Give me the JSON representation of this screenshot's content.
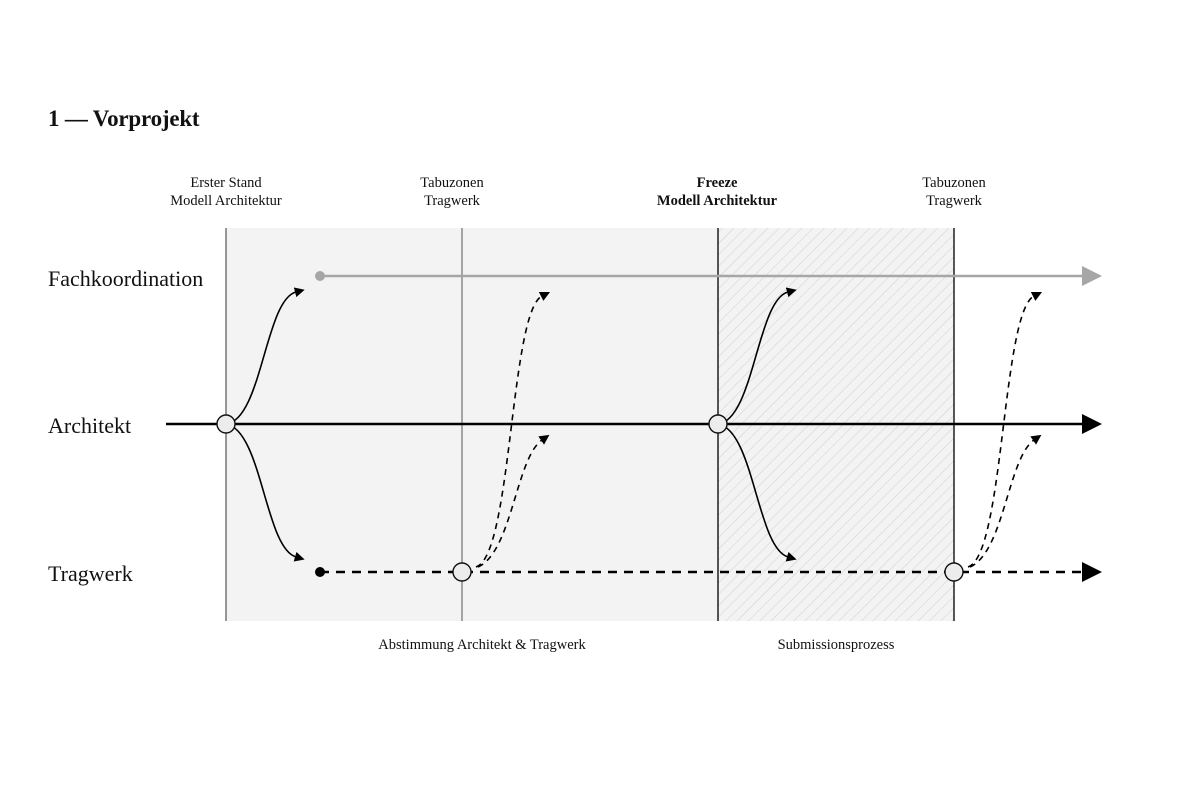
{
  "title": "1 — Vorprojekt",
  "milestones": [
    {
      "line1": "Erster Stand",
      "line2": "Modell Architektur",
      "emphasis": false
    },
    {
      "line1": "Tabuzonen",
      "line2": "Tragwerk",
      "emphasis": false
    },
    {
      "line1": "Freeze",
      "line2": "Modell Architektur",
      "emphasis": true
    },
    {
      "line1": "Tabuzonen",
      "line2": "Tragwerk",
      "emphasis": false
    }
  ],
  "lanes": [
    {
      "label": "Fachkoordination",
      "line_style": "solid",
      "color": "#a6a6a6"
    },
    {
      "label": "Architekt",
      "line_style": "solid",
      "color": "#000000"
    },
    {
      "label": "Tragwerk",
      "line_style": "dashed",
      "color": "#000000"
    }
  ],
  "phases": [
    {
      "label": "Abstimmung Architekt & Tragwerk",
      "fill": "#f3f3f3",
      "pattern": "none"
    },
    {
      "label": "Submissionsprozess",
      "fill": "#f3f3f3",
      "pattern": "diagonal-hatch"
    }
  ],
  "colors": {
    "text": "#111111",
    "panel": "#f3f3f3",
    "hatch": "#cfcfcf",
    "grey_line": "#a6a6a6",
    "node_fill": "#ececec"
  }
}
